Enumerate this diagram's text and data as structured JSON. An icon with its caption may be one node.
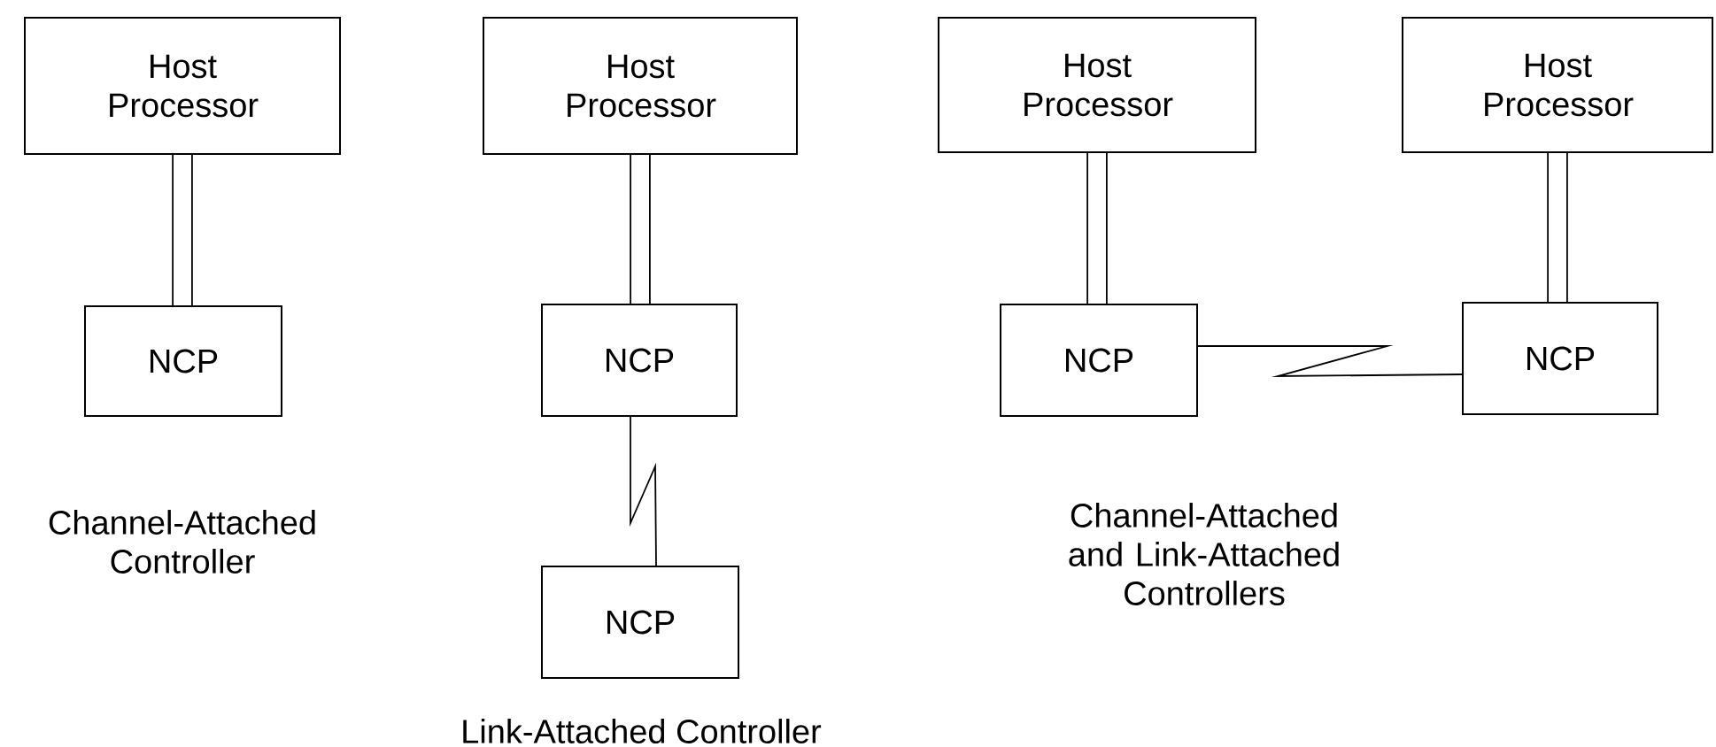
{
  "diagram": {
    "nodes": [
      {
        "text": [
          "Host Processor"
        ]
      },
      {
        "text": [
          "NCP"
        ]
      },
      {
        "text": [
          "Host Processor"
        ]
      },
      {
        "text": [
          "NCP"
        ]
      },
      {
        "text": [
          "NCP"
        ]
      },
      {
        "text": [
          "Host Processor"
        ]
      },
      {
        "text": [
          "NCP"
        ]
      },
      {
        "text": [
          "Host Processor"
        ]
      },
      {
        "text": [
          "NCP"
        ]
      }
    ],
    "edges": [
      {
        "from": 0,
        "to": 1,
        "arrow": "none"
      },
      {
        "from": 2,
        "to": 3,
        "arrow": "none"
      },
      {
        "from": 3,
        "to": 4,
        "arrow": "none"
      },
      {
        "from": 5,
        "to": 6,
        "arrow": "none"
      },
      {
        "from": 7,
        "to": 8,
        "arrow": "none"
      },
      {
        "from": 6,
        "to": 8,
        "arrow": "none"
      }
    ],
    "labels": [
      "Channel-Attached Controller",
      "Link-Attached Controller",
      "Channel-Attached and Link-Attached Controllers"
    ]
  }
}
